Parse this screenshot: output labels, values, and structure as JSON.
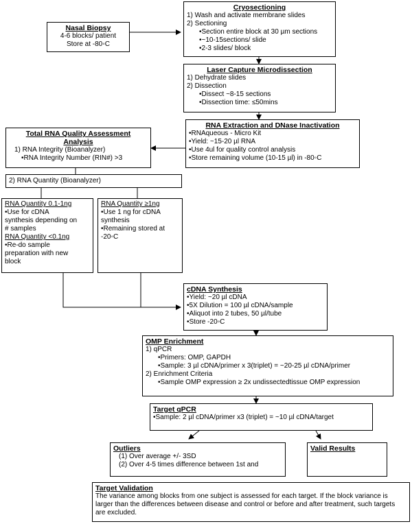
{
  "nasal_biopsy": {
    "title": "Nasal Biopsy",
    "lines": [
      "4-6 blocks/ patient",
      "Store at -80◦C"
    ]
  },
  "cryosectioning": {
    "title": "Cryosectioning",
    "lines": [
      "1) Wash and activate membrane slides",
      "2) Sectioning",
      "•Section entire block at 30 µm sections",
      "•~10-15sections/ slide",
      "•2-3 slides/ block"
    ]
  },
  "lcm": {
    "title": "Laser Capture Microdissection",
    "lines": [
      "1) Dehydrate slides",
      "2) Dissection",
      "•Dissect ~8-15 sections",
      "•Dissection time: ≤50mins"
    ]
  },
  "rna_extraction": {
    "title": "RNA Extraction and DNase Inactivation",
    "lines": [
      "•RNAqueous - Micro Kit",
      "•Yield: ~15-20 µl RNA",
      "•Use 4ul for quality control analysis",
      "•Store remaining volume (10-15 µl) in -80◦C"
    ]
  },
  "quality": {
    "title_line1": "Total RNA Quality Assessment",
    "title_line2": "Analysis",
    "lines": [
      "1) RNA Integrity (Bioanalyzer)",
      "•RNA Integrity Number (RIN#) >3"
    ]
  },
  "rna_quantity": {
    "label": "2) RNA Quantity (Bioanalyzer)"
  },
  "low_quantity": {
    "heading1": "RNA Quantity 0.1-1ng",
    "lines1": [
      "•Use for cDNA",
      "synthesis depending on",
      "# samples"
    ],
    "heading2": "RNA Quantity <0.1ng",
    "lines2": [
      "•Re-do sample",
      "preparation with new",
      "block"
    ]
  },
  "high_quantity": {
    "heading": "RNA Quantity ≥1ng",
    "lines": [
      "•Use 1 ng for cDNA",
      "synthesis",
      "•Remaining stored at",
      "-20◦C"
    ]
  },
  "cdna": {
    "title": "cDNA Synthesis",
    "lines": [
      "•Yield: ~20 µl cDNA",
      "•5X Dilution = 100 µl cDNA/sample",
      "•Aliquot into 2 tubes, 50 µl/tube",
      "•Store -20◦C"
    ]
  },
  "omp": {
    "title": "OMP Enrichment",
    "lines": [
      "1) qPCR",
      "•Primers: OMP, GAPDH",
      "•Sample: 3 µl cDNA/primer x 3(triplet) = ~20-25 µl cDNA/primer",
      "2) Enrichment Criteria",
      "•Sample OMP expression ≥ 2x undissectedtissue OMP expression"
    ]
  },
  "target_qpcr": {
    "title": "Target qPCR",
    "lines": [
      "•Sample: 2 µl cDNA/primer x3 (triplet) = ~10 µl cDNA/target"
    ]
  },
  "outliers": {
    "title": "Outliers",
    "lines": [
      "(1) Over average +/- 3SD",
      "(2) Over 4-5 times difference between 1st and"
    ]
  },
  "valid": {
    "title": "Valid Results"
  },
  "validation": {
    "title": "Target Validation",
    "text": "The variance among blocks from one subject is assessed for each target.  If the block variance is larger than the differences between disease and control or before and after treatment, such targets are excluded."
  }
}
